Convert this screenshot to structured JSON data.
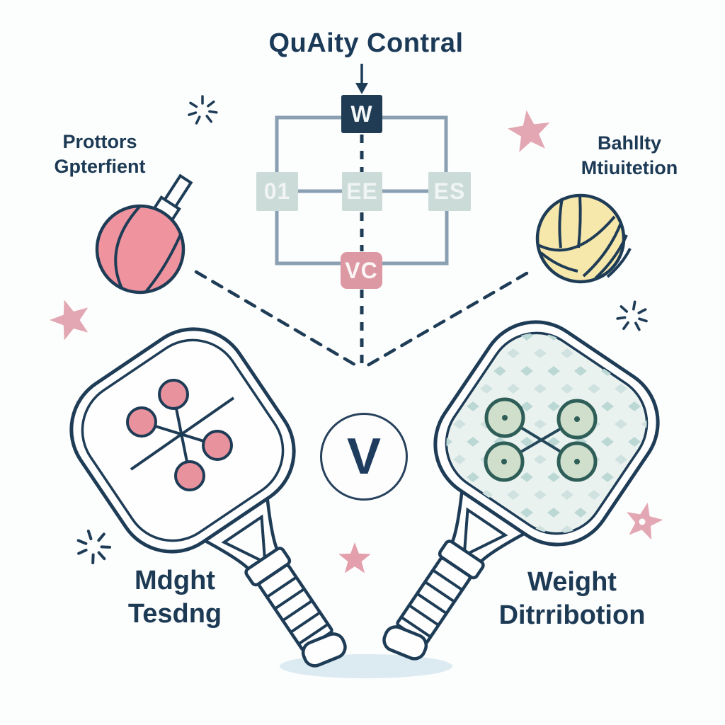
{
  "title": "QuAity Contral",
  "flowchart": {
    "top_box": "W",
    "left_box": "01",
    "center_box": "EE",
    "right_box": "ES",
    "bottom_box": "VC"
  },
  "annotations": {
    "top_left": {
      "line1": "Prottors",
      "line2": "Gpterfient"
    },
    "top_right": {
      "line1": "Bahllty",
      "line2": "Mtiuitetion"
    },
    "bottom_left": {
      "line1": "Mdght",
      "line2": "Tesdng"
    },
    "bottom_right": {
      "line1": "Weight",
      "line2": "Ditrribotion"
    }
  },
  "center_badge": "V",
  "icons": {
    "down-arrow-icon": "arrow from title into flowchart",
    "pink-ball-icon": "pink ball with stem, navy outline",
    "volleyball-icon": "pale yellow volleyball, navy seams",
    "pickleball-paddle-left-icon": "white paddle with pink molecule pattern",
    "pickleball-paddle-right-icon": "mint textured paddle with teal node pattern",
    "star-icon": "solid pink five-point star",
    "sparkle-icon": "navy radiating dash burst",
    "ground-shadow": "light blue ellipse under paddle handles"
  },
  "colors": {
    "ink_navy": "#1e3c56",
    "connector_gray": "#8aa0b2",
    "flow_dark_box": "#1f3c54",
    "flow_light_box": "#cbdbd8",
    "flow_pink_box": "#dc98a3",
    "ball_pink": "#ef949f",
    "ball_yellow": "#f6e7ab",
    "star_pink": "#e2a7b2",
    "paddle_mint": "#eaf2ef",
    "molecule_pink": "#e8929e",
    "node_teal": "#2e5e57",
    "shadow_blue": "#dceaf2"
  }
}
